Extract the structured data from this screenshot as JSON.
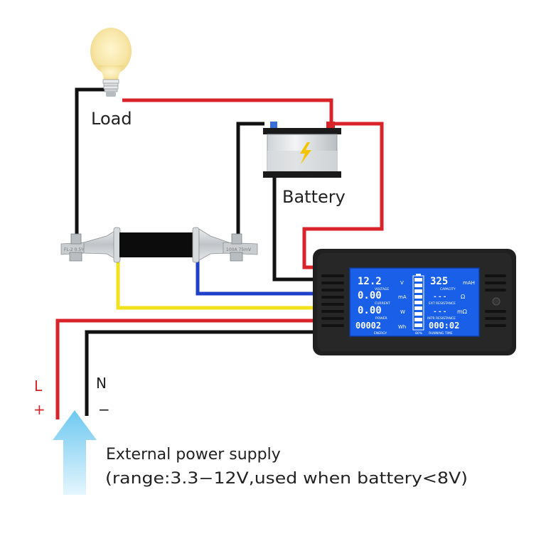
{
  "labels": {
    "load": "Load",
    "battery": "Battery",
    "supply_line1": "External power supply",
    "supply_line2": "(range:3.3−12V,used when battery<8V)",
    "L": "L",
    "plus": "+",
    "N": "N",
    "minus": "−",
    "shunt_left": "FL-2 0.5%",
    "shunt_right": "100A 75mV"
  },
  "meter_display": {
    "voltage": {
      "value": "12.2",
      "unit": "V",
      "caption": "VOLTAGE"
    },
    "current": {
      "value": "0.00",
      "unit": "mA",
      "caption": "CURRENT"
    },
    "power": {
      "value": "0.00",
      "unit": "W",
      "caption": "POWER"
    },
    "energy": {
      "value": "00002",
      "unit": "Wh",
      "caption": "ENERGY"
    },
    "capacity": {
      "value": "325",
      "unit": "mAH",
      "caption": "CAPACITY"
    },
    "ext_resistance": {
      "value": "- - -",
      "unit": "Ω",
      "caption": "EXT RESISTANCE"
    },
    "intr_resistance": {
      "value": "- - -",
      "unit": "mΩ",
      "caption": "INTR RESISTANCE"
    },
    "running_time": {
      "value": "000:02",
      "caption": "RUNNING TIME"
    },
    "battery_level_label": "80%"
  },
  "colors": {
    "wire_red": "#d8232a",
    "wire_black": "#111111",
    "wire_yellow": "#f2e21b",
    "wire_blue": "#1f3fc8",
    "lcd_bg": "#1a5fe8",
    "meter_body": "#202020",
    "arrow": "#8fd6f5"
  },
  "icons": [
    "light-bulb-icon",
    "battery-icon",
    "lightning-bolt-icon",
    "upward-arrow-icon",
    "shunt-resistor-icon"
  ]
}
